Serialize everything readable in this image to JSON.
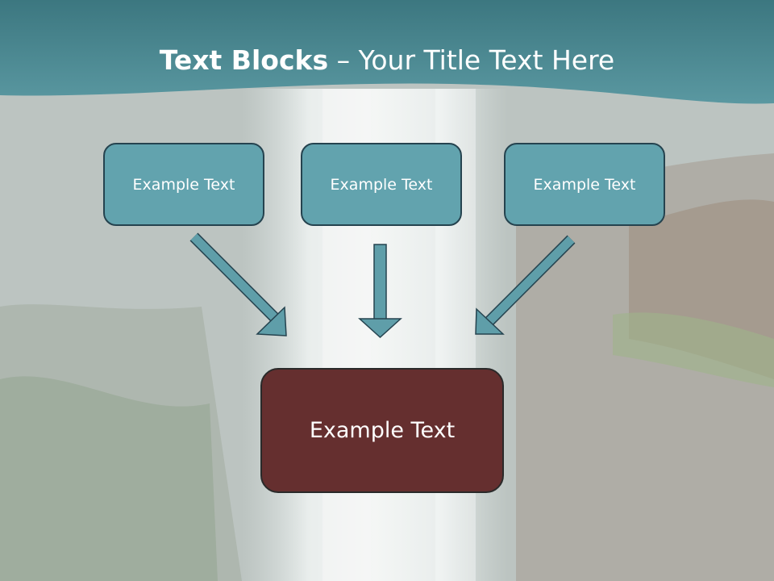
{
  "slide": {
    "title_bold": "Text Blocks",
    "title_separator": " – ",
    "title_rest": "Your Title Text Here",
    "blocks": [
      {
        "label": "Example Text"
      },
      {
        "label": "Example Text"
      },
      {
        "label": "Example Text"
      }
    ],
    "result_block": {
      "label": "Example Text"
    }
  },
  "colors": {
    "header_band": "#4b8a94",
    "block_fill": "#62a3ae",
    "block_border": "#25434f",
    "arrow_fill": "#5f9ea9",
    "result_fill": "#652f2f"
  },
  "icons": {
    "arrows": [
      "arrow-down-right-icon",
      "arrow-down-icon",
      "arrow-down-left-icon"
    ]
  }
}
